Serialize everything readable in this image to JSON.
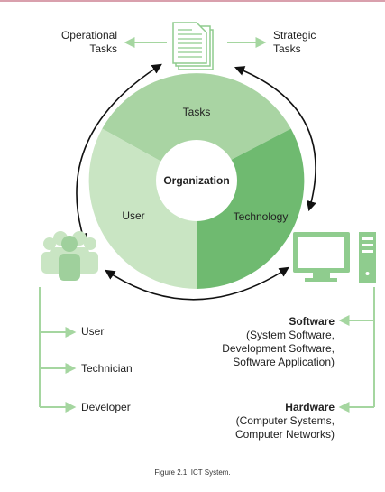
{
  "colors": {
    "segment_tasks": "#a9d4a3",
    "segment_user": "#c9e5c3",
    "segment_technology": "#6fba70",
    "hub": "#ffffff",
    "arrow_green": "#a5d6a0",
    "icon_green": "#8fcc8e",
    "outline_arrow": "#111111",
    "top_rule": "#d9a0ad"
  },
  "top": {
    "operational_line1": "Operational",
    "operational_line2": "Tasks",
    "strategic_line1": "Strategic",
    "strategic_line2": "Tasks",
    "document_icon": "document-stack-icon"
  },
  "ring": {
    "center": "Organization",
    "tasks": "Tasks",
    "user": "User",
    "technology": "Technology"
  },
  "left": {
    "people_icon": "people-group-icon",
    "roles": [
      "User",
      "Technician",
      "Developer"
    ]
  },
  "right": {
    "computer_icon": "computer-icon",
    "software_title": "Software",
    "software_items": [
      "(System Software,",
      "Development Software,",
      "Software Application)"
    ],
    "hardware_title": "Hardware",
    "hardware_items": [
      "(Computer Systems,",
      "Computer Networks)"
    ]
  },
  "caption": "Figure 2.1: ICT System."
}
